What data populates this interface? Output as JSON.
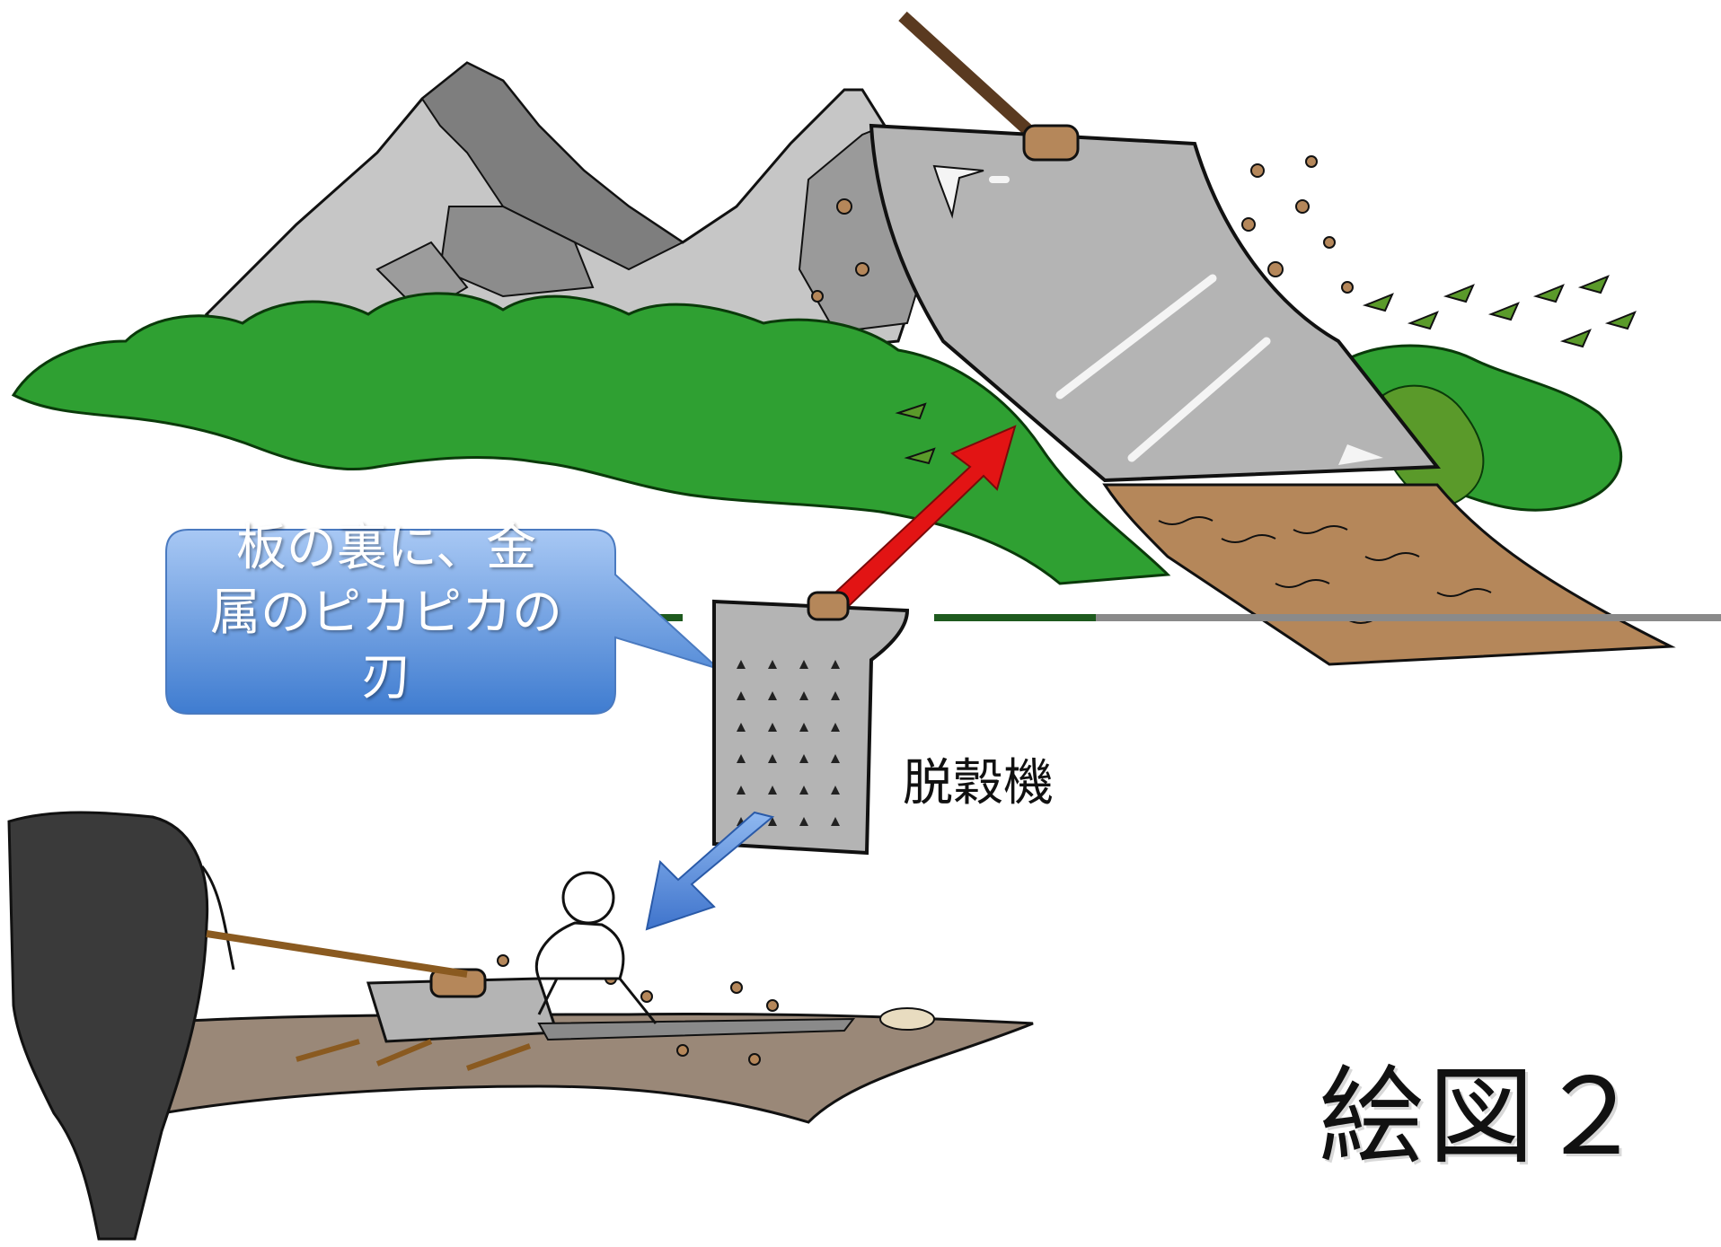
{
  "callout": {
    "lines": [
      "板の裏に、金",
      "属のピカピカの",
      "刃"
    ],
    "fill_top": "#a8c8f4",
    "fill_bottom": "#3f7cd0"
  },
  "labels": {
    "thresher": "脱穀機",
    "figure": "絵図２"
  },
  "colors": {
    "grass": "#2fa032",
    "grass_dark": "#1e6e20",
    "mountain": "#8a8a8a",
    "mountain_light": "#c4c4c4",
    "soil": "#9a8878",
    "plowed_earth": "#b5875a",
    "plate": "#b4b4b4",
    "arrow_red": "#e21414",
    "arrow_blue": "#5b8fde",
    "divider_green": "#1e5a1e",
    "divider_gray": "#8a8a8a"
  },
  "icons": [
    "mountain-icon",
    "bush-icon",
    "sledge-plate-icon",
    "threshing-board-icon",
    "ox-icon",
    "farmer-icon",
    "arrow-icon"
  ]
}
